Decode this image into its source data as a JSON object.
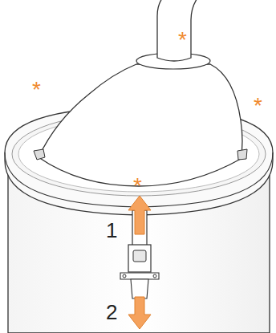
{
  "diagram": {
    "labels": [
      "*",
      "*",
      "*",
      "*",
      "1",
      "2"
    ]
  }
}
